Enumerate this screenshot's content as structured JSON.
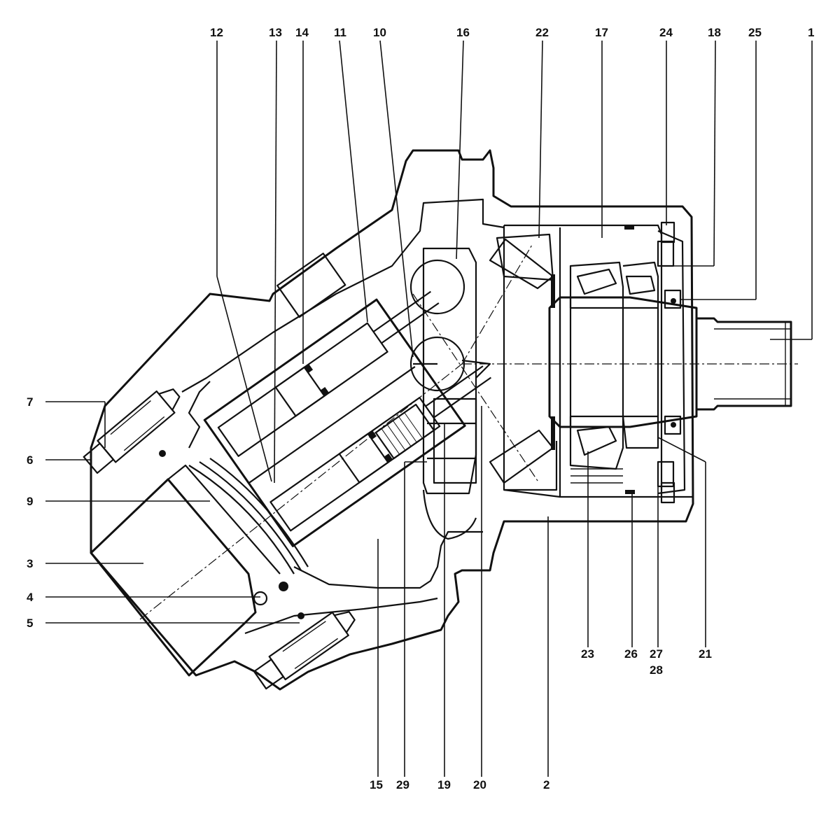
{
  "labels": {
    "l1": "1",
    "l2": "2",
    "l3": "3",
    "l4": "4",
    "l5": "5",
    "l6": "6",
    "l7": "7",
    "l9": "9",
    "l10": "10",
    "l11": "11",
    "l12": "12",
    "l13": "13",
    "l14": "14",
    "l15": "15",
    "l16": "16",
    "l17": "17",
    "l18": "18",
    "l19": "19",
    "l20": "20",
    "l21": "21",
    "l22": "22",
    "l23": "23",
    "l24": "24",
    "l25": "25",
    "l26": "26",
    "l27": "27",
    "l28": "28",
    "l29": "29"
  }
}
